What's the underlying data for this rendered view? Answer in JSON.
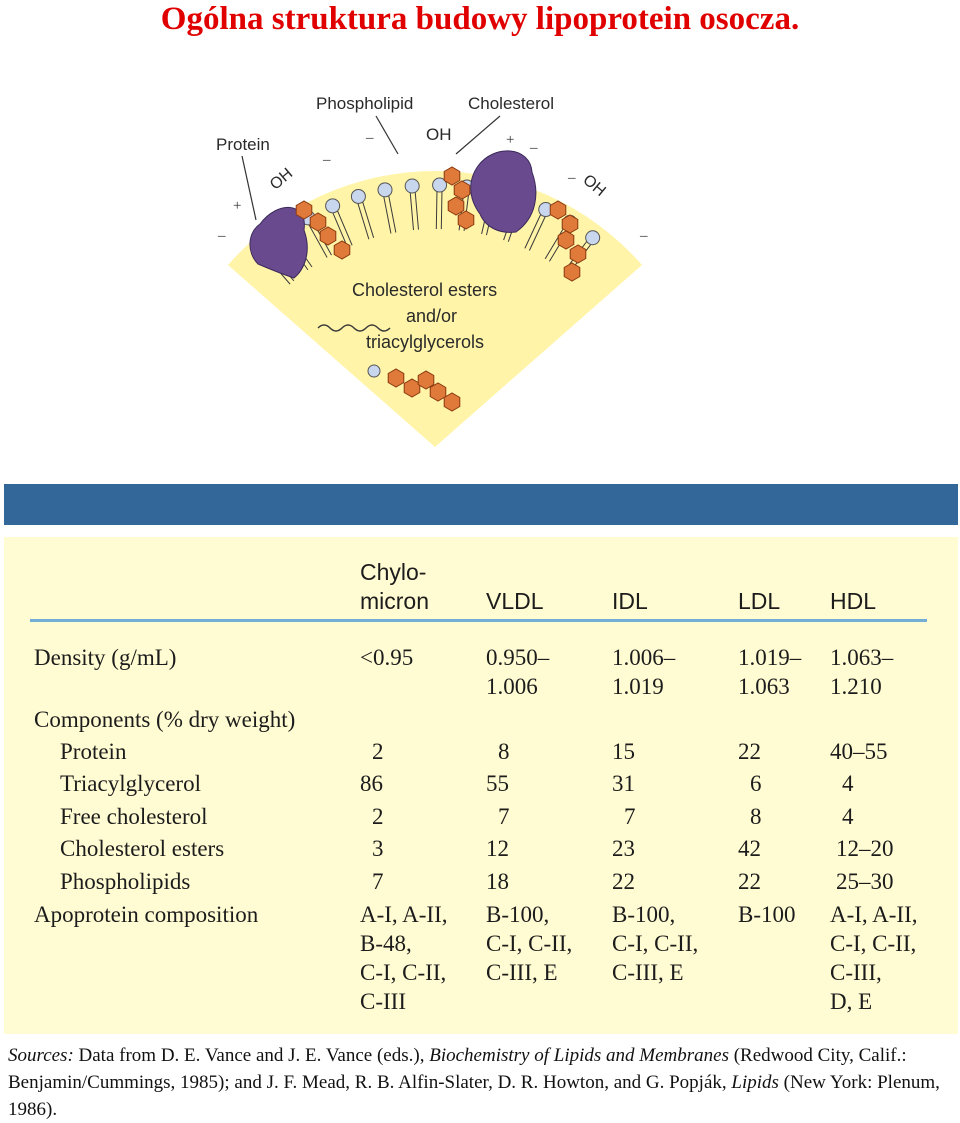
{
  "title": "Ogólna struktura budowy lipoprotein osocza.",
  "diagram": {
    "labels": {
      "phospholipid": "Phospholipid",
      "cholesterol": "Cholesterol",
      "protein": "Protein",
      "oh_1": "OH",
      "oh_2": "OH",
      "oh_3": "OH",
      "core_line1": "Cholesterol esters",
      "core_line2": "and/or",
      "core_line3": "triacylglycerols"
    },
    "colors": {
      "core": "#fff4a8",
      "protein": "#6a4a8e",
      "sterol": "#e07a3a",
      "headgroup": "#c8d6ee",
      "blue_band": "#336699",
      "table_bg": "#fffbd2",
      "title": "#e00000"
    }
  },
  "table": {
    "columns": [
      "Chylo-\nmicron",
      "VLDL",
      "IDL",
      "LDL",
      "HDL"
    ],
    "density": {
      "label": "Density (g/mL)",
      "values": [
        "<0.95",
        "0.950–\n1.006",
        "1.006–\n1.019",
        "1.019–\n1.063",
        "1.063–\n1.210"
      ]
    },
    "components_label": "Components (% dry weight)",
    "components": [
      {
        "label": "Protein",
        "values": [
          "2",
          "8",
          "15",
          "22",
          "40–55"
        ]
      },
      {
        "label": "Triacylglycerol",
        "values": [
          "86",
          "55",
          "31",
          "6",
          "4"
        ]
      },
      {
        "label": "Free cholesterol",
        "values": [
          "2",
          "7",
          "7",
          "8",
          "4"
        ]
      },
      {
        "label": "Cholesterol esters",
        "values": [
          "3",
          "12",
          "23",
          "42",
          "12–20"
        ]
      },
      {
        "label": "Phospholipids",
        "values": [
          "7",
          "18",
          "22",
          "22",
          "25–30"
        ]
      }
    ],
    "apoprotein": {
      "label": "Apoprotein composition",
      "values": [
        "A-I, A-II,\nB-48,\nC-I, C-II,\nC-III",
        "B-100,\nC-I, C-II,\nC-III, E",
        "B-100,\nC-I, C-II,\nC-III, E",
        "B-100",
        "A-I, A-II,\nC-I, C-II,\nC-III,\nD, E"
      ]
    }
  },
  "sources": {
    "lead": "Sources:",
    "part1": " Data from D. E. Vance and J. E. Vance (eds.), ",
    "book1": "Biochemistry of Lipids and Membranes",
    "part2": " (Redwood City, Calif.: Benjamin/Cummings, 1985); and J. F. Mead, R. B. Alfin-Slater, D. R. Howton, and G. Popják, ",
    "book2": "Lipids",
    "part3": " (New York: Plenum, 1986)."
  }
}
